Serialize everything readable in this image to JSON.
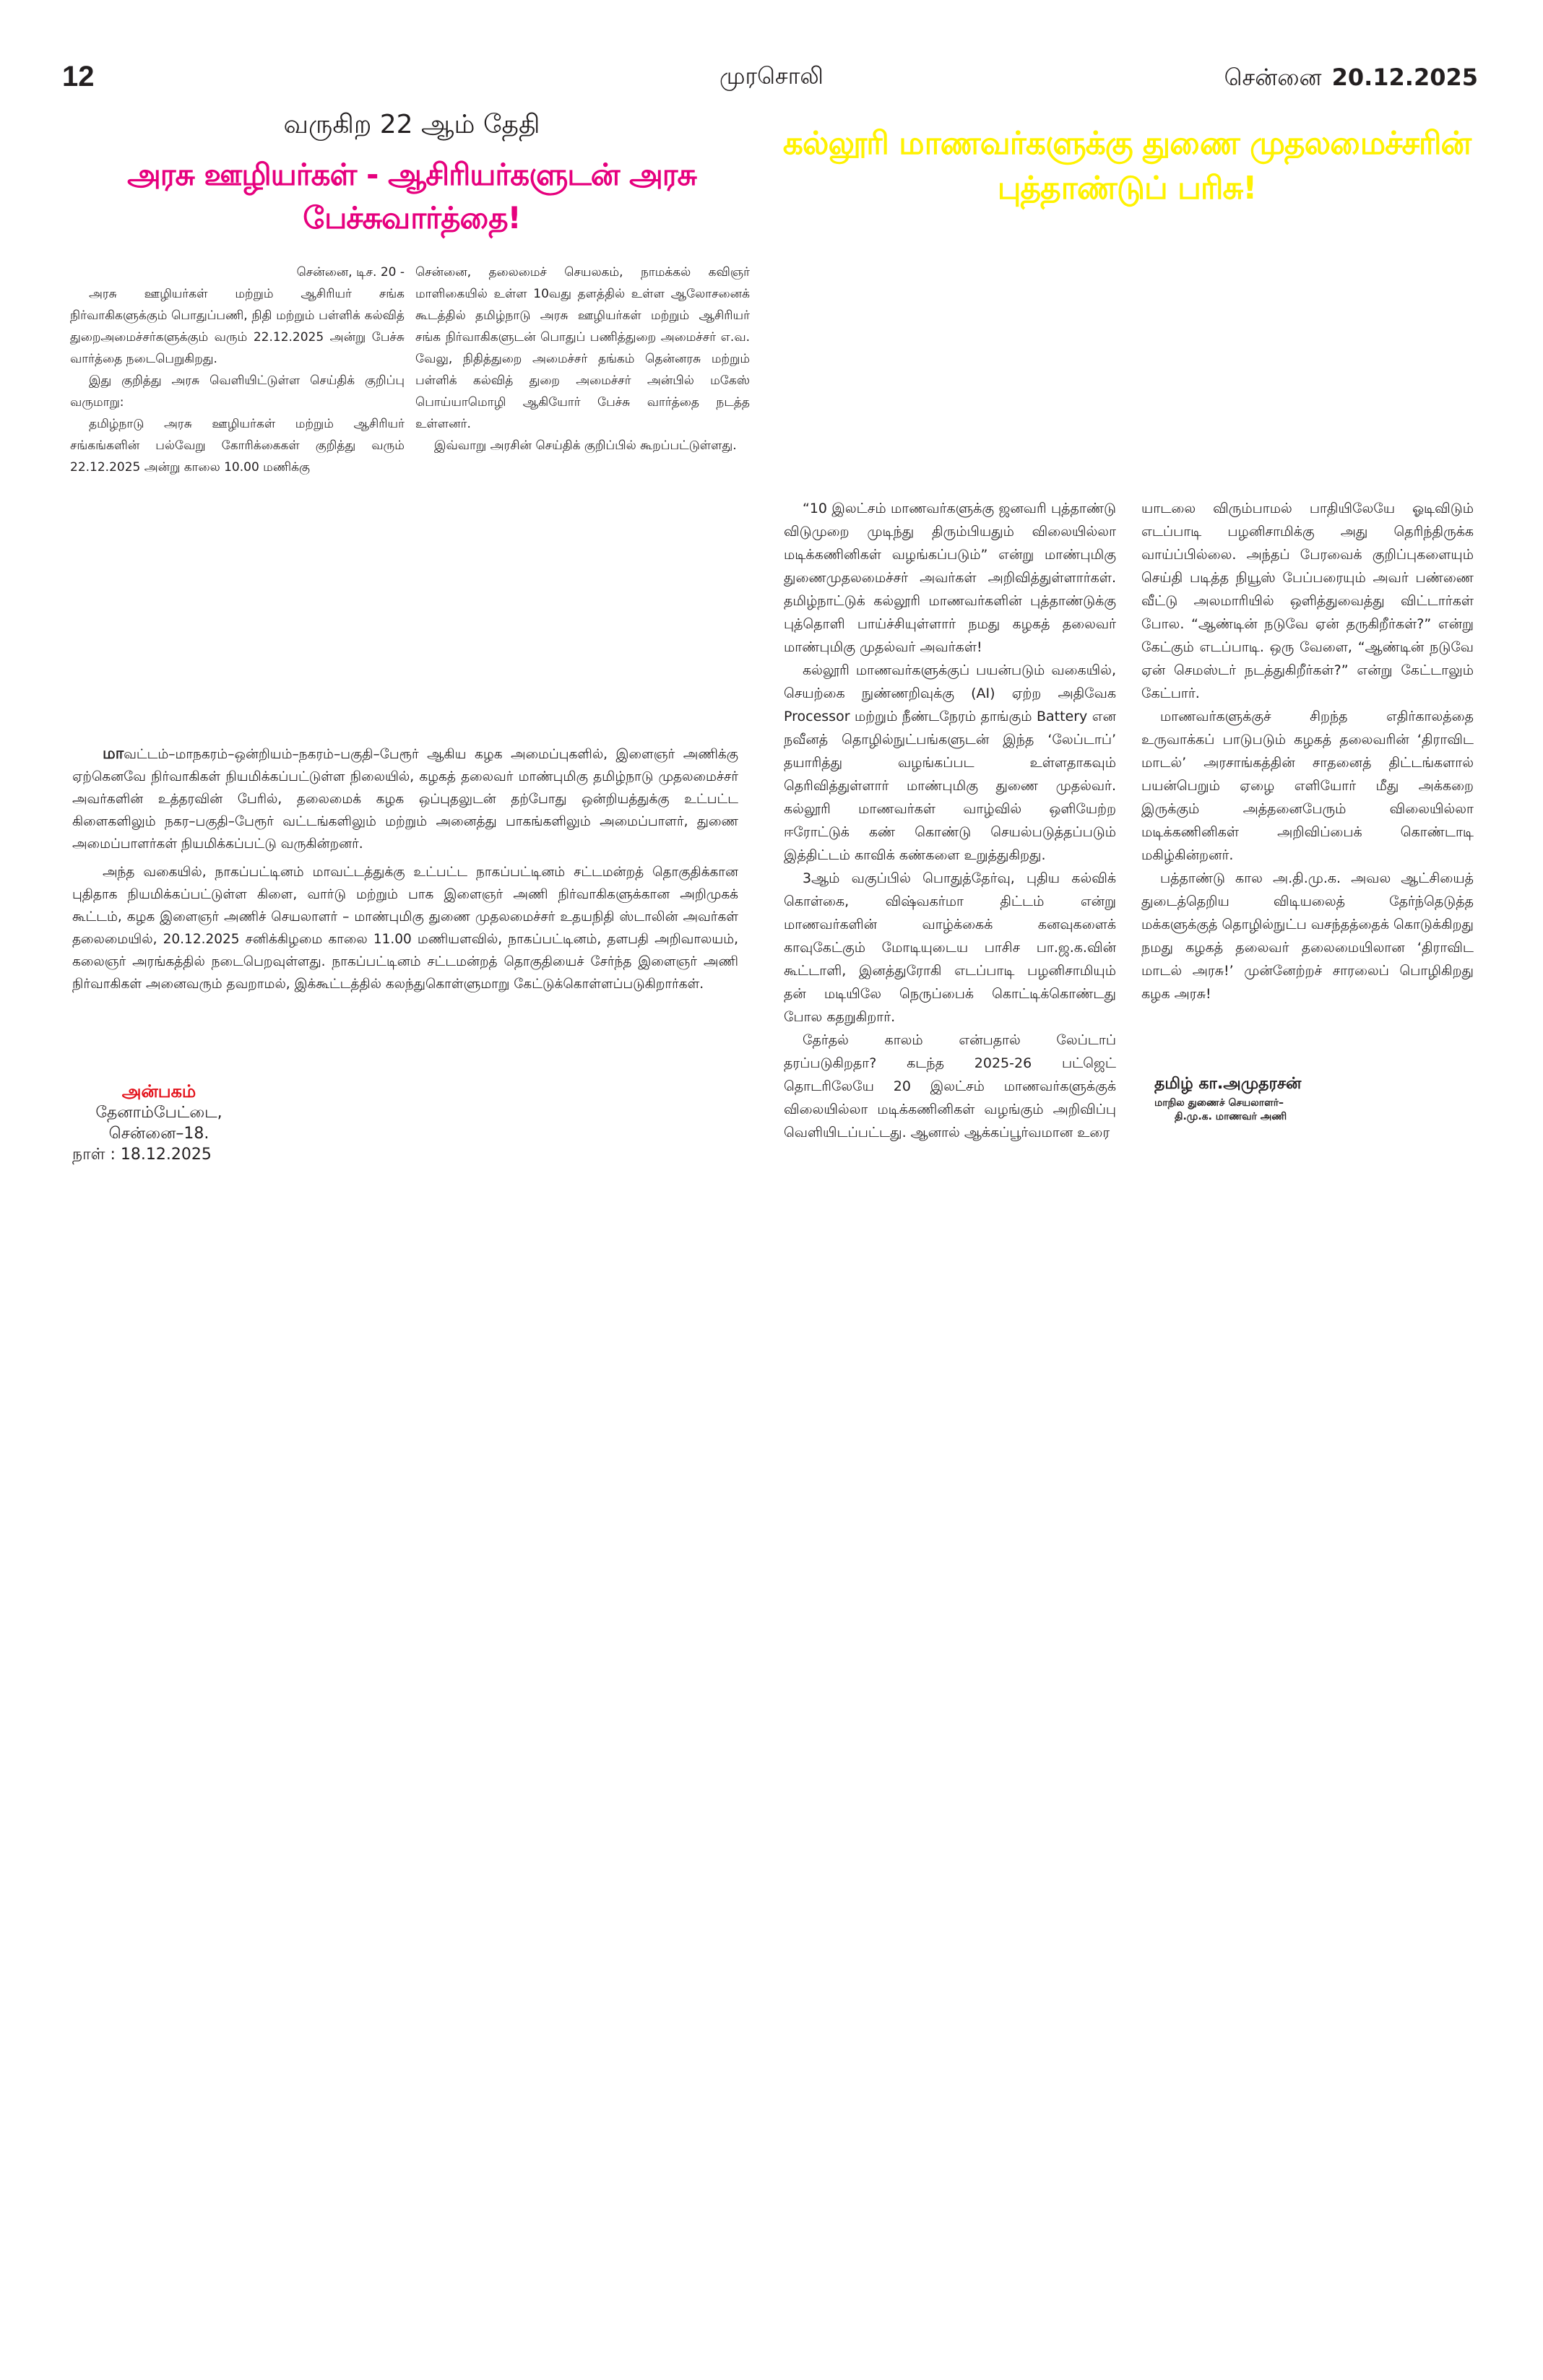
{
  "header": {
    "page_number": "12",
    "masthead": "முரசொலி",
    "city": "சென்னை",
    "date": "20.12.2025"
  },
  "article_talks": {
    "kicker": "வருகிற 22 ஆம் தேதி",
    "headline": "அரசு ஊழியர்கள் - ஆசிரியர்களுடன் அரசு பேச்சுவார்த்தை!",
    "dateline": "சென்னை, டிச. 20 -",
    "col1": [
      "அரசு ஊழியர்கள் மற்றும் ஆசிரியர் சங்க நிர்வாகிகளுக்கும் பொதுப்பணி, நிதி மற்றும் பள்ளிக் கல்வித் துறைஅமைச்சர்களுக்கும் வரும் 22.12.2025 அன்று பேச்சு வார்த்தை நடைபெறுகிறது.",
      "இது குறித்து அரசு வெளியிட்டுள்ள செய்திக் குறிப்பு வருமாறு:",
      "தமிழ்நாடு அரசு ஊழியர்கள் மற்றும் ஆசிரியர் சங்கங்களின் பல்வேறு கோரிக்கைகள் குறித்து வரும் 22.12.2025 அன்று காலை 10.00 மணிக்கு"
    ],
    "col2_continued": "சென்னை, தலைமைச் செயலகம், நாமக்கல் கவிஞர் மாளிகையில் உள்ள 10வது தளத்தில் உள்ள ஆலோசனைக் கூடத்தில் தமிழ்நாடு அரசு ஊழியர்கள் மற்றும் ஆசிரியர் சங்க நிர்வாகிகளுடன் பொதுப் பணித்துறை அமைச்சர் எ.வ. வேலு, நிதித்துறை அமைச்சர் தங்கம் தென்னரசு மற்றும் பள்ளிக் கல்வித் துறை அமைச்சர் அன்பில் மகேஸ் பொய்யாமொழி ஆகியோர் பேச்சு வார்த்தை நடத்த உள்ளனர்.",
    "col2_last": "இவ்வாறு அரசின் செய்திக் குறிப்பில் கூறப்பட்டுள்ளது."
  },
  "article_youth_wing": {
    "lead": "மா",
    "p1": "வட்டம்–மாநகரம்–ஒன்றியம்–நகரம்–பகுதி–பேரூர் ஆகிய கழக அமைப்புகளில், இளைஞர் அணிக்கு ஏற்கெனவே நிர்வாகிகள் நியமிக்கப்பட்டுள்ள நிலையில், கழகத் தலைவர் மாண்புமிகு தமிழ்நாடு முதலமைச்சர் அவர்களின் உத்தரவின் பேரில், தலைமைக் கழக ஒப்புதலுடன் தற்போது ஒன்றியத்துக்கு உட்பட்ட கிளைகளிலும் நகர–பகுதி–பேரூர் வட்டங்களிலும் மற்றும் அனைத்து பாகங்களிலும் அமைப்பாளர், துணை அமைப்பாளர்கள் நியமிக்கப்பட்டு வருகின்றனர்.",
    "p2": "அந்த வகையில், நாகப்பட்டினம் மாவட்டத்துக்கு உட்பட்ட நாகப்பட்டினம் சட்டமன்றத் தொகுதிக்கான புதிதாக நியமிக்கப்பட்டுள்ள கிளை, வார்டு மற்றும் பாக இளைஞர் அணி நிர்வாகிகளுக்கான அறிமுகக் கூட்டம், கழக இளைஞர் அணிச் செயலாளர் – மாண்புமிகு துணை முதலமைச்சர் உதயநிதி ஸ்டாலின் அவர்கள் தலைமையில், 20.12.2025 சனிக்கிழமை காலை 11.00 மணியளவில், நாகப்பட்டினம், தளபதி அறிவாலயம், கலைஞர் அரங்கத்தில் நடைபெறவுள்ளது. நாகப்பட்டினம் சட்டமன்றத் தொகுதியைச் சேர்ந்த இளைஞர் அணி நிர்வாகிகள் அனைவரும் தவறாமல், இக்கூட்டத்தில் கலந்துகொள்ளுமாறு கேட்டுக்கொள்ளப்படுகிறார்கள்.",
    "office": "அன்பகம்",
    "address1": "தேனாம்பேட்டை,",
    "address2": "சென்னை–18.",
    "date_line": "நாள் :  18.12.2025"
  },
  "article_laptop": {
    "headline": "கல்லூரி மாணவர்களுக்கு துணை முதலமைச்சரின் புத்தாண்டுப் பரிசு!",
    "col1": [
      "“10 இலட்சம் மாணவர்களுக்கு ஜனவரி புத்தாண்டு விடுமுறை முடிந்து திரும்பியதும் விலையில்லா மடிக்கணினிகள் வழங்கப்படும்” என்று மாண்புமிகு துணைமுதலமைச்சர் அவர்கள் அறிவித்துள்ளார்கள். தமிழ்நாட்டுக் கல்லூரி மாணவர்களின் புத்தாண்டுக்கு புத்தொளி பாய்ச்சியுள்ளார் நமது கழகத் தலைவர் மாண்புமிகு முதல்வர் அவர்கள்!",
      "கல்லூரி மாணவர்களுக்குப் பயன்படும் வகையில், செயற்கை நுண்ணறிவுக்கு (AI) ஏற்ற அதிவேக Processor மற்றும் நீண்டநேரம் தாங்கும் Battery என நவீனத் தொழில்நுட்பங்களுடன் இந்த ‘லேப்டாப்’ தயாரித்து வழங்கப்பட உள்ளதாகவும் தெரிவித்துள்ளார் மாண்புமிகு துணை முதல்வர். கல்லூரி மாணவர்கள் வாழ்வில் ஒளியேற்ற ஈரோட்டுக் கண் கொண்டு செயல்படுத்தப்படும் இத்திட்டம் காவிக் கண்களை உறுத்துகிறது.",
      "3ஆம் வகுப்பில் பொதுத்தேர்வு, புதிய கல்விக் கொள்கை, விஷ்வகர்மா திட்டம் என்று மாணவர்களின் வாழ்க்கைக் கனவுகளைக் காவுகேட்கும் மோடியுடைய பாசிச பா.ஜ.க.வின் கூட்டாளி, இனத்துரோகி எடப்பாடி பழனிசாமியும் தன் மடியிலே நெருப்பைக் கொட்டிக்கொண்டது போல கதறுகிறார்.",
      "தேர்தல் காலம் என்பதால் லேப்டாப் தரப்படுகிறதா? கடந்த 2025-26 பட்ஜெட் தொடரிலேயே 20 இலட்சம் மாணவர்களுக்குக் விலையில்லா மடிக்கணினிகள் வழங்கும் அறிவிப்பு வெளியிடப்பட்டது. ஆனால் ஆக்கப்பூர்வமான உரை"
    ],
    "col2_continued": "யாடலை விரும்பாமல் பாதியிலேயே ஓடிவிடும் எடப்பாடி பழனிசாமிக்கு அது தெரிந்திருக்க வாய்ப்பில்லை. அந்தப் பேரவைக் குறிப்புகளையும் செய்தி படித்த நியூஸ் பேப்பரையும் அவர் பண்ணை வீட்டு அலமாரியில் ஒளித்துவைத்து விட்டார்கள் போல. “ஆண்டின் நடுவே ஏன் தருகிறீர்கள்?” என்று கேட்கும் எடப்பாடி. ஒரு வேளை, “ஆண்டின் நடுவே ஏன் செமஸ்டர் நடத்துகிறீர்கள்?” என்று கேட்டாலும் கேட்பார்.",
    "col2": [
      "மாணவர்களுக்குச் சிறந்த எதிர்காலத்தை உருவாக்கப் பாடுபடும் கழகத் தலைவரின் ‘திராவிட மாடல்’ அரசாங்கத்தின் சாதனைத் திட்டங்களால் பயன்பெறும் ஏழை எளியோர் மீது அக்கறை இருக்கும் அத்தனைபேரும் விலையில்லா மடிக்கணினிகள் அறிவிப்பைக் கொண்டாடி மகிழ்கின்றனர்.",
      "பத்தாண்டு கால அ.தி.மு.க. அவல ஆட்சியைத் துடைத்தெறிய விடியலைத் தேர்ந்தெடுத்த மக்களுக்குத் தொழில்நுட்ப வசந்தத்தைக் கொடுக்கிறது நமது கழகத் தலைவர் தலைமையிலான ‘திராவிட மாடல் அரசு!’ முன்னேற்றச் சாரலைப் பொழிகிறது கழக அரசு!"
    ],
    "author": "தமிழ் கா.அமுதரசன்",
    "author_role": "மாநில துணைச் செயலாளர்–",
    "author_org": "தி.மு.க. மாணவர் அணி"
  },
  "colors": {
    "pink_headline": "#e6007e",
    "yellow_headline": "#fff200",
    "red_label": "#e3111a"
  }
}
